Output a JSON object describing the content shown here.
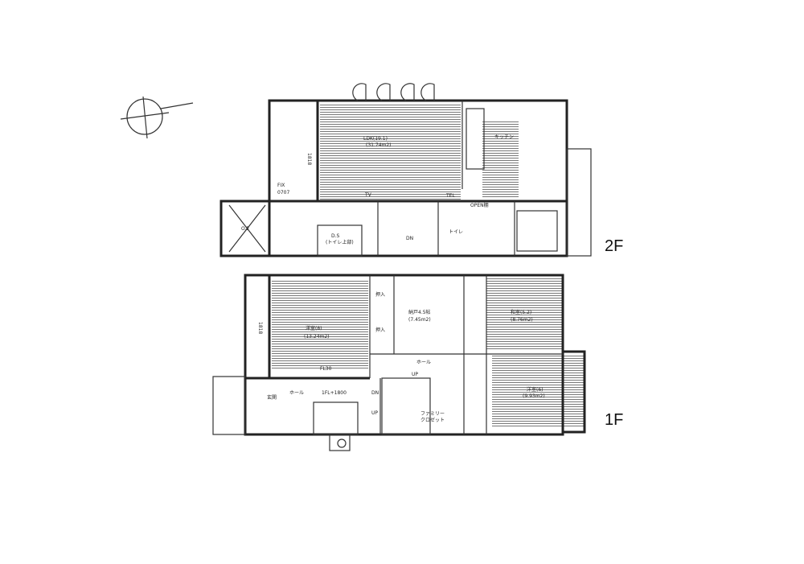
{
  "floors": {
    "second": {
      "label": "2F",
      "rooms": {
        "ldk": "LDK(19.1)",
        "ldk_area": "(31.74m2)",
        "tv": "TV",
        "tel": "TEL",
        "open_shelf": "OPEN棚",
        "fix_window": "FIX",
        "fix_size": "0707",
        "balcony_size": "1818",
        "ds": "D.S",
        "ds_note": "(トイレ上部)",
        "stairs_dn": "DN",
        "toilet": "トイレ",
        "kitchen": "キッチン",
        "od": "O.E"
      }
    },
    "first": {
      "label": "1F",
      "rooms": {
        "western1": "洋室(8)",
        "western1_area": "(13.24m2)",
        "fl": "FL30",
        "storage": "納戸4.5帖",
        "storage_area": "(7.45m2)",
        "japanese": "和室(5.2)",
        "japanese_area": "(8.76m2)",
        "western2": "洋室(6)",
        "western2_area": "(9.93m2)",
        "hall": "ホール",
        "level": "1FL+1800",
        "hall2": "ホール",
        "up": "UP",
        "dn": "DN",
        "up2": "UP",
        "closet": "ファミリー",
        "closet2": "クロゼット",
        "entrance": "玄関",
        "strip_size": "1818",
        "closet_a": "押入",
        "closet_b": "押入"
      }
    }
  }
}
